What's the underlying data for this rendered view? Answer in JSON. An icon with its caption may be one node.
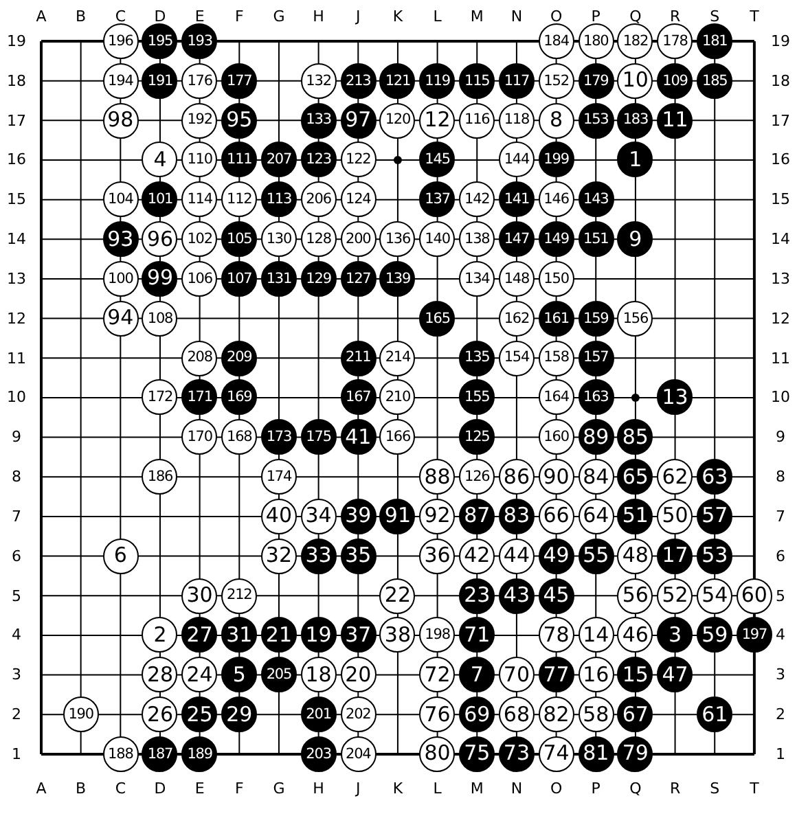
{
  "diagram": {
    "nodes": [
      {
        "text": [
          "196"
        ]
      },
      {
        "text": [
          "195"
        ]
      },
      {
        "text": [
          "193"
        ]
      },
      {
        "text": [
          "184"
        ]
      },
      {
        "text": [
          "180"
        ]
      },
      {
        "text": [
          "182"
        ]
      },
      {
        "text": [
          "178"
        ]
      },
      {
        "text": [
          "181"
        ]
      },
      {
        "text": [
          "194"
        ]
      },
      {
        "text": [
          "191"
        ]
      },
      {
        "text": [
          "176"
        ]
      },
      {
        "text": [
          "177"
        ]
      },
      {
        "text": [
          "132"
        ]
      },
      {
        "text": [
          "213"
        ]
      },
      {
        "text": [
          "121"
        ]
      },
      {
        "text": [
          "119"
        ]
      },
      {
        "text": [
          "115"
        ]
      },
      {
        "text": [
          "117"
        ]
      },
      {
        "text": [
          "152"
        ]
      },
      {
        "text": [
          "179"
        ]
      },
      {
        "text": [
          "10"
        ]
      },
      {
        "text": [
          "109"
        ]
      },
      {
        "text": [
          "185"
        ]
      },
      {
        "text": [
          "98"
        ]
      },
      {
        "text": [
          "192"
        ]
      },
      {
        "text": [
          "95"
        ]
      },
      {
        "text": [
          "133"
        ]
      },
      {
        "text": [
          "97"
        ]
      },
      {
        "text": [
          "120"
        ]
      },
      {
        "text": [
          "12"
        ]
      },
      {
        "text": [
          "116"
        ]
      },
      {
        "text": [
          "118"
        ]
      },
      {
        "text": [
          "8"
        ]
      },
      {
        "text": [
          "153"
        ]
      },
      {
        "text": [
          "183"
        ]
      },
      {
        "text": [
          "11"
        ]
      },
      {
        "text": [
          "4"
        ]
      },
      {
        "text": [
          "110"
        ]
      },
      {
        "text": [
          "111"
        ]
      },
      {
        "text": [
          "207"
        ]
      },
      {
        "text": [
          "123"
        ]
      },
      {
        "text": [
          "122"
        ]
      },
      {
        "text": [
          "145"
        ]
      },
      {
        "text": [
          "144"
        ]
      },
      {
        "text": [
          "199"
        ]
      },
      {
        "text": [
          "1"
        ]
      },
      {
        "text": [
          "104"
        ]
      },
      {
        "text": [
          "101"
        ]
      },
      {
        "text": [
          "114"
        ]
      },
      {
        "text": [
          "112"
        ]
      },
      {
        "text": [
          "113"
        ]
      },
      {
        "text": [
          "206"
        ]
      },
      {
        "text": [
          "124"
        ]
      },
      {
        "text": [
          "137"
        ]
      },
      {
        "text": [
          "142"
        ]
      },
      {
        "text": [
          "141"
        ]
      },
      {
        "text": [
          "146"
        ]
      },
      {
        "text": [
          "143"
        ]
      },
      {
        "text": [
          "93"
        ]
      },
      {
        "text": [
          "96"
        ]
      },
      {
        "text": [
          "102"
        ]
      },
      {
        "text": [
          "105"
        ]
      },
      {
        "text": [
          "130"
        ]
      },
      {
        "text": [
          "128"
        ]
      },
      {
        "text": [
          "200"
        ]
      },
      {
        "text": [
          "136"
        ]
      },
      {
        "text": [
          "140"
        ]
      },
      {
        "text": [
          "138"
        ]
      },
      {
        "text": [
          "147"
        ]
      },
      {
        "text": [
          "149"
        ]
      },
      {
        "text": [
          "151"
        ]
      },
      {
        "text": [
          "9"
        ]
      },
      {
        "text": [
          "100"
        ]
      },
      {
        "text": [
          "99"
        ]
      },
      {
        "text": [
          "106"
        ]
      },
      {
        "text": [
          "107"
        ]
      },
      {
        "text": [
          "131"
        ]
      },
      {
        "text": [
          "129"
        ]
      },
      {
        "text": [
          "127"
        ]
      },
      {
        "text": [
          "139"
        ]
      },
      {
        "text": [
          "134"
        ]
      },
      {
        "text": [
          "148"
        ]
      },
      {
        "text": [
          "150"
        ]
      },
      {
        "text": [
          "94"
        ]
      },
      {
        "text": [
          "108"
        ]
      },
      {
        "text": [
          "165"
        ]
      },
      {
        "text": [
          "162"
        ]
      },
      {
        "text": [
          "161"
        ]
      },
      {
        "text": [
          "159"
        ]
      },
      {
        "text": [
          "156"
        ]
      },
      {
        "text": [
          "208"
        ]
      },
      {
        "text": [
          "209"
        ]
      },
      {
        "text": [
          "211"
        ]
      },
      {
        "text": [
          "214"
        ]
      },
      {
        "text": [
          "135"
        ]
      },
      {
        "text": [
          "154"
        ]
      },
      {
        "text": [
          "158"
        ]
      },
      {
        "text": [
          "157"
        ]
      },
      {
        "text": [
          "172"
        ]
      },
      {
        "text": [
          "171"
        ]
      },
      {
        "text": [
          "169"
        ]
      },
      {
        "text": [
          "167"
        ]
      },
      {
        "text": [
          "210"
        ]
      },
      {
        "text": [
          "155"
        ]
      },
      {
        "text": [
          "164"
        ]
      },
      {
        "text": [
          "163"
        ]
      },
      {
        "text": [
          "13"
        ]
      },
      {
        "text": [
          "170"
        ]
      },
      {
        "text": [
          "168"
        ]
      },
      {
        "text": [
          "173"
        ]
      },
      {
        "text": [
          "175"
        ]
      },
      {
        "text": [
          "41"
        ]
      },
      {
        "text": [
          "166"
        ]
      },
      {
        "text": [
          "125"
        ]
      },
      {
        "text": [
          "160"
        ]
      },
      {
        "text": [
          "89"
        ]
      },
      {
        "text": [
          "85"
        ]
      },
      {
        "text": [
          "186"
        ]
      },
      {
        "text": [
          "174"
        ]
      },
      {
        "text": [
          "88"
        ]
      },
      {
        "text": [
          "126"
        ]
      },
      {
        "text": [
          "86"
        ]
      },
      {
        "text": [
          "90"
        ]
      },
      {
        "text": [
          "84"
        ]
      },
      {
        "text": [
          "65"
        ]
      },
      {
        "text": [
          "62"
        ]
      },
      {
        "text": [
          "63"
        ]
      },
      {
        "text": [
          "40"
        ]
      },
      {
        "text": [
          "34"
        ]
      },
      {
        "text": [
          "39"
        ]
      },
      {
        "text": [
          "91"
        ]
      },
      {
        "text": [
          "92"
        ]
      },
      {
        "text": [
          "87"
        ]
      },
      {
        "text": [
          "83"
        ]
      },
      {
        "text": [
          "66"
        ]
      },
      {
        "text": [
          "64"
        ]
      },
      {
        "text": [
          "51"
        ]
      },
      {
        "text": [
          "50"
        ]
      },
      {
        "text": [
          "57"
        ]
      },
      {
        "text": [
          "6"
        ]
      },
      {
        "text": [
          "32"
        ]
      },
      {
        "text": [
          "33"
        ]
      },
      {
        "text": [
          "35"
        ]
      },
      {
        "text": [
          "36"
        ]
      },
      {
        "text": [
          "42"
        ]
      },
      {
        "text": [
          "44"
        ]
      },
      {
        "text": [
          "49"
        ]
      },
      {
        "text": [
          "55"
        ]
      },
      {
        "text": [
          "48"
        ]
      },
      {
        "text": [
          "17"
        ]
      },
      {
        "text": [
          "53"
        ]
      },
      {
        "text": [
          "30"
        ]
      },
      {
        "text": [
          "212"
        ]
      },
      {
        "text": [
          "22"
        ]
      },
      {
        "text": [
          "23"
        ]
      },
      {
        "text": [
          "43"
        ]
      },
      {
        "text": [
          "45"
        ]
      },
      {
        "text": [
          "56"
        ]
      },
      {
        "text": [
          "52"
        ]
      },
      {
        "text": [
          "54"
        ]
      },
      {
        "text": [
          "60"
        ]
      },
      {
        "text": [
          "2"
        ]
      },
      {
        "text": [
          "27"
        ]
      },
      {
        "text": [
          "31"
        ]
      },
      {
        "text": [
          "21"
        ]
      },
      {
        "text": [
          "19"
        ]
      },
      {
        "text": [
          "37"
        ]
      },
      {
        "text": [
          "38"
        ]
      },
      {
        "text": [
          "198"
        ]
      },
      {
        "text": [
          "71"
        ]
      },
      {
        "text": [
          "78"
        ]
      },
      {
        "text": [
          "14"
        ]
      },
      {
        "text": [
          "46"
        ]
      },
      {
        "text": [
          "3"
        ]
      },
      {
        "text": [
          "59"
        ]
      },
      {
        "text": [
          "197"
        ]
      },
      {
        "text": [
          "28"
        ]
      },
      {
        "text": [
          "24"
        ]
      },
      {
        "text": [
          "5"
        ]
      },
      {
        "text": [
          "205"
        ]
      },
      {
        "text": [
          "18"
        ]
      },
      {
        "text": [
          "20"
        ]
      },
      {
        "text": [
          "72"
        ]
      },
      {
        "text": [
          "7"
        ]
      },
      {
        "text": [
          "70"
        ]
      },
      {
        "text": [
          "77"
        ]
      },
      {
        "text": [
          "16"
        ]
      },
      {
        "text": [
          "15"
        ]
      },
      {
        "text": [
          "47"
        ]
      },
      {
        "text": [
          "190"
        ]
      },
      {
        "text": [
          "26"
        ]
      },
      {
        "text": [
          "25"
        ]
      },
      {
        "text": [
          "29"
        ]
      },
      {
        "text": [
          "201"
        ]
      },
      {
        "text": [
          "202"
        ]
      },
      {
        "text": [
          "76"
        ]
      },
      {
        "text": [
          "69"
        ]
      },
      {
        "text": [
          "68"
        ]
      },
      {
        "text": [
          "82"
        ]
      },
      {
        "text": [
          "58"
        ]
      },
      {
        "text": [
          "67"
        ]
      },
      {
        "text": [
          "61"
        ]
      },
      {
        "text": [
          "188"
        ]
      },
      {
        "text": [
          "187"
        ]
      },
      {
        "text": [
          "189"
        ]
      },
      {
        "text": [
          "203"
        ]
      },
      {
        "text": [
          "204"
        ]
      },
      {
        "text": [
          "80"
        ]
      },
      {
        "text": [
          "75"
        ]
      },
      {
        "text": [
          "73"
        ]
      },
      {
        "text": [
          "74"
        ]
      },
      {
        "text": [
          "81"
        ]
      },
      {
        "text": [
          "79"
        ]
      }
    ],
    "labels": [
      "A",
      "B",
      "C",
      "D",
      "E",
      "F",
      "G",
      "H",
      "J",
      "K",
      "L",
      "M",
      "N",
      "O",
      "P",
      "Q",
      "R",
      "S",
      "T",
      "19",
      "19",
      "18",
      "18",
      "17",
      "17",
      "16",
      "16",
      "15",
      "15",
      "14",
      "14",
      "13",
      "13",
      "12",
      "12",
      "11",
      "11",
      "10",
      "10",
      "9",
      "9",
      "8",
      "8",
      "7",
      "7",
      "6",
      "6",
      "5",
      "5",
      "4",
      "4",
      "3",
      "3",
      "2",
      "2",
      "1",
      "1",
      "A",
      "B",
      "C",
      "D",
      "E",
      "F",
      "G",
      "H",
      "J",
      "K",
      "L",
      "M",
      "N",
      "O",
      "P",
      "Q",
      "R",
      "S",
      "T"
    ]
  }
}
